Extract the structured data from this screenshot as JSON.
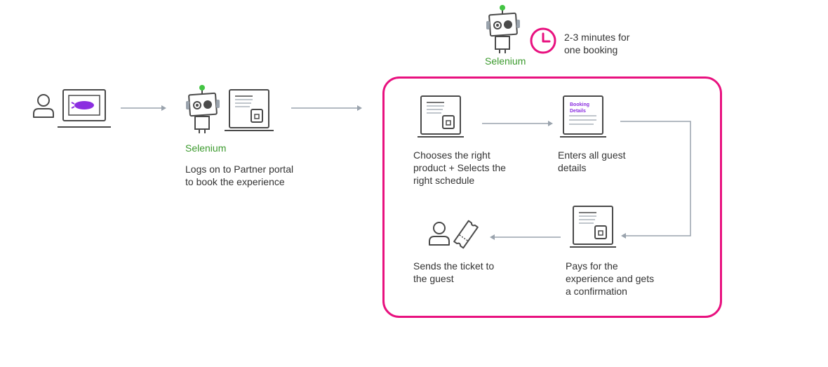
{
  "colors": {
    "accent": "#e8117f",
    "stroke": "#4a4a4a",
    "selenium_green": "#3b9a2d",
    "brand_purple": "#8b2fe0",
    "arrow": "#9aa3ad"
  },
  "top": {
    "robot_label": "Selenium",
    "time_line1": "2-3 minutes for",
    "time_line2": "one booking",
    "time_icon": "clock-icon"
  },
  "left": {
    "user_icon": "user-icon",
    "laptop_icon": "laptop-icon"
  },
  "mid": {
    "robot_label": "Selenium",
    "caption_line1": "Logs on to Partner portal",
    "caption_line2": "to book the experience"
  },
  "process": {
    "steps": [
      {
        "icon": "product-page-icon",
        "lines": [
          "Chooses the right",
          "product + Selects the",
          "right schedule"
        ]
      },
      {
        "icon": "booking-details-icon",
        "doc_title_1": "Booking",
        "doc_title_2": "Details",
        "lines": [
          "Enters all guest",
          "details"
        ]
      },
      {
        "icon": "payment-page-icon",
        "lines": [
          "Pays for the",
          "experience and gets",
          "a confirmation"
        ]
      },
      {
        "icon": "guest-ticket-icon",
        "lines": [
          "Sends the ticket to",
          "the guest"
        ]
      }
    ]
  }
}
